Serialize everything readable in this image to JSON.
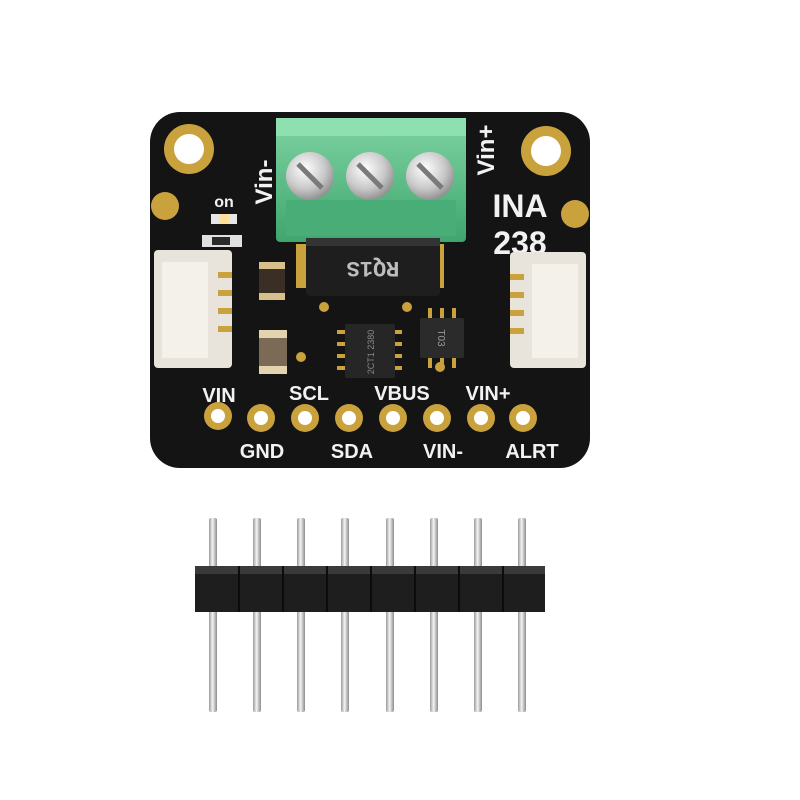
{
  "board": {
    "title_line1": "INA",
    "title_line2": "238",
    "terminal_left_label": "Vin-",
    "terminal_right_label": "Vin+",
    "led_label": "on",
    "pins_top_row": [
      "VIN",
      "SCL",
      "VBUS",
      "VIN+"
    ],
    "pins_bottom_row": [
      "GND",
      "SDA",
      "VIN-",
      "ALRT"
    ],
    "diode_marking": "RQ1S",
    "chip_marking": "2CT1 2380",
    "small_chip_marking": "T03",
    "pin_count": 8
  },
  "header_strip": {
    "pin_count": 8
  },
  "colors": {
    "pcb": "#141414",
    "terminal_block": "#5bbf87",
    "gold_pad": "#c9a23d",
    "connector": "#e8e4dc",
    "silkscreen": "#f2f2f2"
  }
}
